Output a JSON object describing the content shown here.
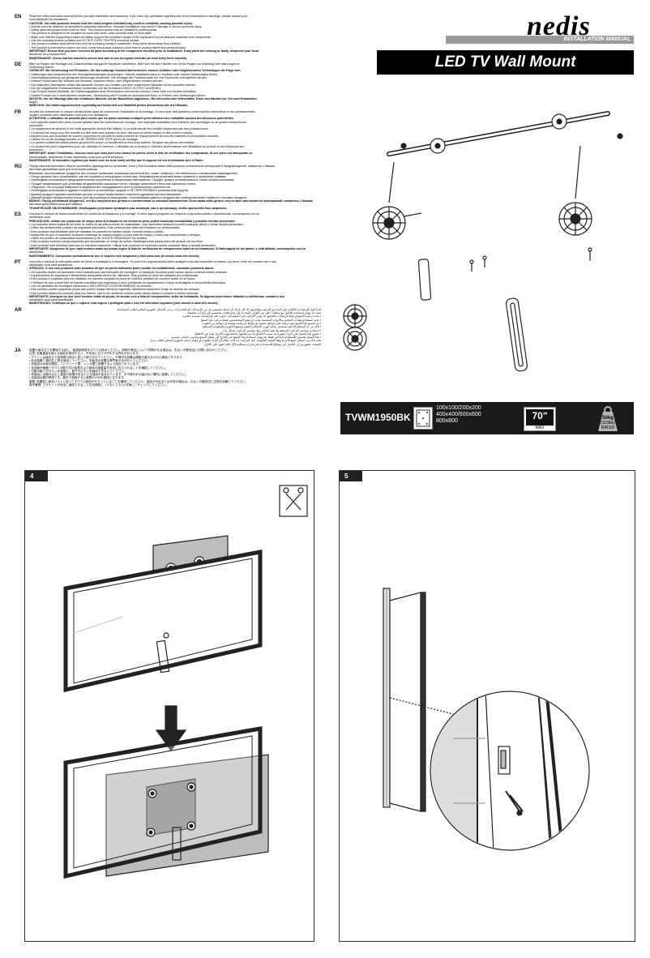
{
  "brand": "nedis",
  "installation_manual": "INSTALLATION MANUAL",
  "product_title": "LED  TV Wall Mount",
  "model": "TVWM1950BK",
  "specs": {
    "vesa": [
      "100x100/200x200",
      "400x400/600x600",
      "800x800"
    ],
    "max_size": "70\"",
    "max_label": "MAX",
    "weight": "50kg",
    "weight_lb": "(110lbs)",
    "weight_rated": "RATED"
  },
  "languages": [
    {
      "code": "EN",
      "lines": [
        "Read the entire instruction manual before you start installation and assembly. If you have any questions regarding any of the instructions or warnings, please contact your",
        "local distributor for assistance.",
        "CAUTION: Use with products heavier than the rated weights indicated may result in instability causing possible injury.",
        "• Mounts must be attached as specified in assembly instructions. Improper installation may result in damage or serious personal injury.",
        "• Safety gear and proper tools must be used. This product should only be installed by professionals.",
        "• This product is designed to be installed on wood wall studs, solid concrete walls or brick walls.",
        "• Make sure that the supporting surface will safely support the combined weight of the equipment and all attached hardware and components.",
        "• Use the mounting screws provided and DO NOT OVER TIGHTEN mounting screws.",
        "• This product contains small items that could be a choking hazard if swallowed. Keep these items away from children.",
        "• This product is intended for indoor use only. Using this product outdoors could lead to product failure and personal injury.",
        "IMPORTANT: Ensure that you have received all parts according to the component checklist prior to installation. If any parts are missing or faulty, telephone your local",
        "distributor for a replacement.",
        "MAINTENANCE: Check that the bracket is secure and safe to use at regular intervals (at least every three months)."
      ]
    },
    {
      "code": "DE",
      "lines": [
        "Bitte vor Beginn der Montage und Zusammenbau das ganze Handbuch durchlesen. Bitte sich mit dem Händler vor Ort bei Fragen zur Anleitung oder Warnungen in",
        "Verbindung setzen.",
        "VORSICHT: Bei Verwendung mit Produkten, die das zulässige Gewicht überschreiten, können Schäden oder möglicherweise Verletzungen die Folge sein.",
        "• Halterungen sind entsprechend den Montageanweisungen anzubringen. Falsche Installation kann zu Schäden oder ernsten Verletzungen führen.",
        "• Sicherheitsausrüstung und geeignete Werkzeuge verwenden. Die Montage des Produkts sollte nur von Fachleuten durchgeführt werden.",
        "• Dieses Produkt kann auf Wänden mit Holzwerk, massiven Beton- oder Ziegelwänden montiert werden.",
        "• Die tragenden Oberflächen sollten das gesamte Gewicht von Geräten und allen zusätzlichen Bauteilen sicher aushalten können.",
        "• Nur die mitgelieferten Einbauschrauben verwenden und die Schrauben NICHT ZU FEST ANZIEHEN.",
        "• Das Produkt enthält Kleinteile, die Erstickungsgefahr beim Verschlucken hervorrufen können. Diese Teile von Kindern fernhalten.",
        "• Dieses Produkt nur in Innenräumen verwenden. Verwendung des Produkts im Außenbereich kann zu Fehlern oder Verletzungen führen.",
        "WICHTIG: Vor der Montage bitte alle erhaltenen Bauteile mit der Bauteilliste abgleichen. Bei fehlenden oder fehlerhaften Teilen den Händler vor Ort nach Ersatzteilen",
        "fragen.",
        "WARTUNG: Die Halterungssicherheit regelmäßig auf Sicherheit und Stabilität prüfen (mindestens alle drei Monate)."
      ]
    },
    {
      "code": "FR",
      "lines": [
        "Veuillez lire entièrement le manuel d'instructions avant de commencer l'installation et le montage. Si vous avez des questions concernant les instructions ou les avertissements,",
        "veuillez contacter votre distributeur local pour une assistance.",
        "ATTENTION: L'utilisation de produits plus lourds que les poids nominaux indiqués peut entraîner une instabilité causant des blessures potentielles.",
        "• Les supports doivent être joints comme spécifié dans les instructions de montage. Une mauvaise installation peut entraîner des dommages ou de graves blessures aux",
        "personnes.",
        "• Un équipement de sécurité et les outils appropriés doivent être utilisés. Ce produit devrait être installé uniquement par des professionnels.",
        "• Ce produit est conçu pour être installé sur des murs avec poteaux en bois, des murs en béton massif ou des murs en briques.",
        "• Assurez-vous que la surface de soutien supportera en sécurité le poids combiné de l'équipement et de tous les matériels et composants associés.",
        "• Utilisez les vis de montage fournies et NE SERREZ PAS TROP les vis de montage.",
        "• Ce produit contient de petites pièces qui peuvent causer un étouffement si elles sont avalées. Éloignez ces pièces des enfants.",
        "• Ce produit est prévu uniquement pour une utilisation à l'intérieur. L'utilisation de ce produit à l'extérieur peut entraîner une défaillance du produit ou des blessures aux",
        "personnes.",
        "IMPORTANT: Avant l'installation, assurez-vous que vous avez reçu toutes les pièces selon la liste de vérification des composants. Si une pièce est manquante ou",
        "endommagée, téléphonez à votre distributeur local pour qu'il la remplace.",
        "MAINTENANCE: À intervalles réguliers (au moins tous les trois mois) vérifiez que le support est sûr d'utilisation sûre et fiable."
      ]
    },
    {
      "code": "RU",
      "lines": [
        "Перед началом монтажа и сборки прочитайте руководство по установке. Если у Вас возникли какие-либо вопросы относительно инструкций и предупреждений, свяжитесь с Вашим",
        "местным дистрибьютором для получения помощи.",
        "Внимание: Использование продуктов, вес которых превышает указанный расчетный вес, может привести к нестабильности и возможным повреждениям.",
        "• Опоры должны быть установлены, как это показано в инструкциях по монтажу. Неправильная установка может привести к серьезным травмам.",
        "• Необходимо использовать предохранительные устройства и специальные инструменты. Продукт должен устанавливаться только профессионалами.",
        "• Продукт предназначен для установки на деревянные каркасные стены, твердые цементные стены или кирпичные стены.",
        "• Убедитесь, что несущая поверхность выдержит вес оборудования и всех установленных компонентов.",
        "• Необходимо использовать идущие в комплекте установочные шурупы и НЕ ПЕРЕТЯГИВАТЬ установочные шурупы.",
        "• Данный продукт содержит маленькие детали, которые представляют опасность удушения при проглатывании.",
        "• Данный продукт предназначен только для эксплуатации в помещениях. Использование данного продукта вне помещений может привести к поломке продукта.",
        "ВАЖНО: Перед установкой убедитесь, что Вы получили все детали в соответствии со списком компонентов. Если какая-либо деталь отсутствует или является неисправной, свяжитесь с Вашим",
        "местным дистрибьютором для замены.",
        "ТЕХНИЧЕСКОЕ ОБСЛУЖИВАНИЕ: Необходимо регулярно проверять (как минимум, раз в три месяца), чтобы кронштейн был закреплен."
      ]
    },
    {
      "code": "ES",
      "lines": [
        "Lea todo el manual de instrucciones antes de comenzar la instalación y el montaje. Si tiene alguna pregunta con respecto a las instrucciones o advertencias, comuníquese con su",
        "distribuidor local.",
        "PRECAUCIÓN: utilizar con productos de mayor peso al indicado en los límites de peso podría ocasionar inestabilidad y posibles heridas personales.",
        "• Los soportes deben sujetarse tal como se indica en las instrucciones de ensamblado. Una incorrecta instalación podría ocasionar daños y serias heridas personales.",
        "• Utilice las herramientas y equipo de seguridad adecuados. Este producto solo debe ser instalado por profesionales.",
        "• Este producto está diseñado para ser instalado en paredes de madera sólida, concreto sólido o ladrillo.",
        "• Asegúrese de que la superficie de fijación sostenga de manera segura el peso total del equipo y todos sus componentes y herrajes.",
        "• Utilice los tornillos de ensamblado suministrados y NO AJUSTE DEMASIADO los tornillos.",
        "• Este producto contiene piezas pequeñas que representan un riesgo de asfixia. Mantenga estas piezas fuera del alcance de los niños.",
        "• Este producto está diseñado para uso en interiores solamente. Utilizar este producto en exteriores podría ocasionar fallas y heridas personales.",
        "IMPORTANTE: Asegúrese de que haya recibido todas las piezas según la lista de verificación de componentes antes de la instalación. Si falta alguna de las partes, o está dañada, comuníquese con su",
        "distribuidor.",
        "MANTENIMIENTO: Compruebe periódicamente que el soporte esté asegurado y listo para usar (al menos cada tres meses)."
      ]
    },
    {
      "code": "PT",
      "lines": [
        "Leia todo o manual de instruções antes de iniciar a instalação e a montagem. Se você tiver alguma dúvida sobre qualquer uma das instruções ou avisos, por favor, entre em contato com o seu",
        "distribuidor local para assistência.",
        "ATENÇÃO: O uso com produtos mais pesados do que os pesos indicados pode resultar em instabilidade, causando possíveis danos.",
        "• Os suportes devem ser anexados como especificado nas instruções de montagem. A instalação incorreta pode causar danos ou sérias lesões pessoais.",
        "• Equipamentos de segurança e ferramentas adequadas devem ser utilizados. Este produto só deve ser instalado por profissionais.",
        "• Este produto é projetado para ser instalado em paredes vazadas de pinos de madeira, paredes de concreto sólido ou de tijolos.",
        "• Certifique-se que a superfície de suporte suportará com segurança o peso combinado do equipamento e todos os ferragens e componentes anexados.",
        "• Use os parafusos de montagem fornecidos e NÃO APERTE EXCESSIVAMENTE os mesmos.",
        "• Este produto contém pequenas peças que podem causar asfixia se ingeridas. Mantenha essas itens longe do alcance de crianças.",
        "• Este produto destina-se somente para uso interno. Usá-lo em ambiente externo pode causar falhas no produto e lesões pessoais.",
        "IMPORTANTE: Assegure-se que você recebeu todas as peças, de acordo com a lista de componentes, antes da instalação. Se alguma peça estiver faltando ou defeituosa, contate o seu",
        "distribuidor local para substituição.",
        "MANUTENÇÃO: Certifique-se que o suporte está seguro e protegido para o uso em intervalos regulares (pelo menos a cada três meses)."
      ]
    },
    {
      "code": "AR",
      "lines": [
        "اقرأ دليل الإرشادات بالكامل قبل البدء في التركيب والتجميع. إذا كان لديك أي أسئلة بخصوص أي من الإرشادات أو التحذيرات، يرجى الاتصال بالموزع المحلي لطلب المساعدة.",
        "تنبيه: قد يؤدي استخدام الحامل مع منتجات أثقل من الأوزان المحددة إلى عدم الثبات والتسبب في إصابات محتملة.",
        "• يجب تركيب الحوامل وفقاً لإرشادات التجميع. قد يؤدي التركيب غير السليم إلى حدوث تلف أو إصابات جسدية خطيرة.",
        "• يجب استخدام معدات السلامة والأدوات المناسبة. يجب أن يقوم المتخصصون فقط بتركيب هذا المنتج.",
        "• تم تصميم هذا المنتج ليتم تركيبه على حوائط خشبية أو حوائط خرسانية مصمتة أو حوائط من الطوب.",
        "• تأكد من أن السطح الداعم سيتحمل بأمان الوزن الإجمالي للجهاز وجميع الأجهزة والمكونات المرفقة.",
        "• استخدم مسامير التركيب المرفقة ولا تقم بإحكام ربط مسامير التركيب بشكل زائد.",
        "• يحتوي هذا المنتج على أجزاء صغيرة قد تسبب الاختناق إذا تم ابتلاعها. احتفظ بهذه الأجزاء بعيداً عن الأطفال.",
        "• هذا المنتج مخصص للاستخدام الداخلي فقط. قد يؤدي استخدام هذا المنتج في الخارج إلى تعطل المنتج وحدوث إصابات جسدية.",
        "هام: تأكد من استلام جميع الأجزاء وفقاً لقائمة المكونات قبل التركيب. إذا كانت هناك أي أجزاء مفقودة أو معيبة، اتصل بالموزع المحلي لطلب بديل.",
        "الصيانة: تحقق من أن الحامل آمن وصالح للاستخدام على فترات منتظمة (كل ثلاثة أشهر على الأقل)."
      ]
    },
    {
      "code": "JA",
      "lines": [
        "設置や組み立てを開始する前に、取扱説明書をすべてお読みください。説明や警告について質問がある場合は、お近くの販売店にお問い合わせください。",
        "注意: 定格重量を超える製品を使用すると、不安定になりけがをする恐れがあります。",
        "• マウントは組み立て説明書の指示に従って取り付けてください。不適切な設置は損傷や重大なけがの原因となります。",
        "• 安全装置と適切な工具を使用してください。本製品の設置は専門家のみが行ってください。",
        "• 本製品は木製の間柱、コンクリート壁、レンガ壁に設置するよう設計されています。",
        "• 支持面が機器とすべての取り付け金具および部品の総重量を安全に支えられることを確認してください。",
        "• 付属の取り付けネジを使用し、取り付けネジを締めすぎないでください。",
        "• 本製品には飲み込むと窒息の危険がある小さな部品が含まれています。お子様の手の届かない場所に保管してください。",
        "• 本製品は屋内専用です。屋外で使用すると故障やけがの原因となります。",
        "重要: 設置前に部品リストに従ってすべての部品がそろっていることを確認してください。部品が不足または不良の場合は、お近くの販売店に交換を依頼してください。",
        "保守管理: ブラケットが安全に使用できることを定期的に（少なくとも3ヶ月毎に）チェックしてください。"
      ]
    }
  ],
  "steps": [
    {
      "number": "4"
    },
    {
      "number": "5"
    }
  ]
}
